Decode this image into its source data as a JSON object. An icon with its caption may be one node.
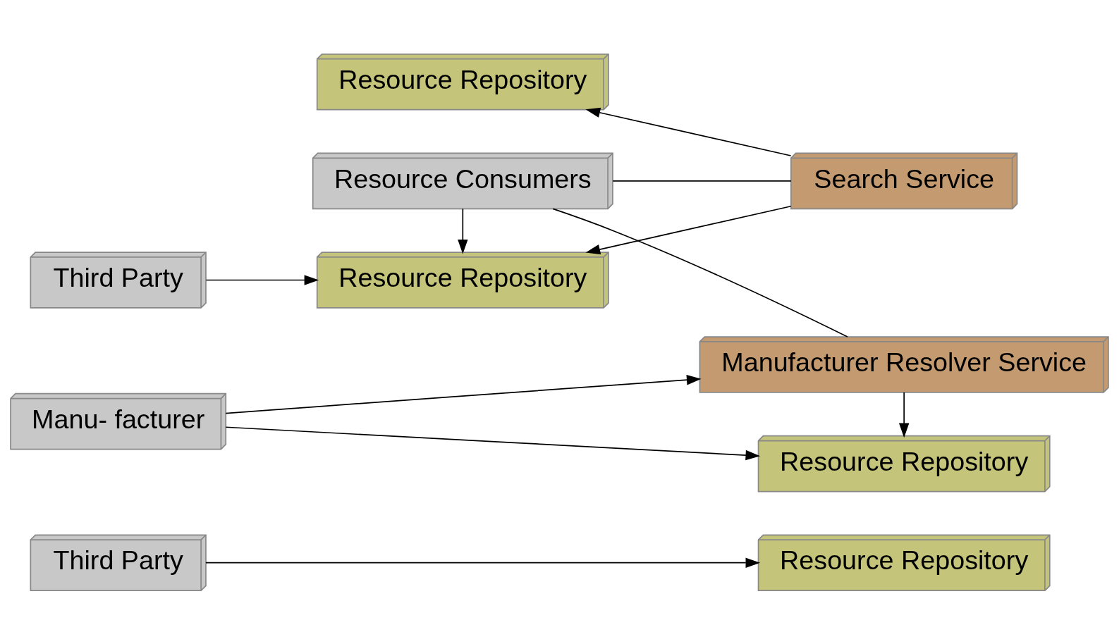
{
  "diagram": {
    "nodes": [
      {
        "text": [
          "Third Party"
        ]
      },
      {
        "text": [
          "Third Party"
        ]
      },
      {
        "text": [
          "Manu- facturer"
        ]
      },
      {
        "text": [
          "Resource Repository"
        ]
      },
      {
        "text": [
          "Resource Repository"
        ]
      },
      {
        "text": [
          "Resource Repository"
        ]
      },
      {
        "text": [
          "Resource Repository"
        ]
      },
      {
        "text": [
          "Search Service"
        ]
      },
      {
        "text": [
          "Manufacturer Resolver Service"
        ]
      },
      {
        "text": [
          "Resource Consumers"
        ]
      }
    ],
    "edges": [
      {
        "from": 0,
        "to": 3,
        "arrow": "to"
      },
      {
        "from": 1,
        "to": 6,
        "arrow": "to"
      },
      {
        "from": 2,
        "to": 5,
        "arrow": "to"
      },
      {
        "from": 2,
        "to": 8,
        "arrow": "to"
      },
      {
        "from": 7,
        "to": 4,
        "arrow": "to"
      },
      {
        "from": 7,
        "to": 6,
        "arrow": "to"
      },
      {
        "from": 8,
        "to": 5,
        "arrow": "to"
      },
      {
        "from": 9,
        "to": 6,
        "arrow": "to"
      },
      {
        "from": 9,
        "to": 8,
        "arrow": "none"
      },
      {
        "from": 9,
        "to": 7,
        "arrow": "none"
      }
    ]
  }
}
